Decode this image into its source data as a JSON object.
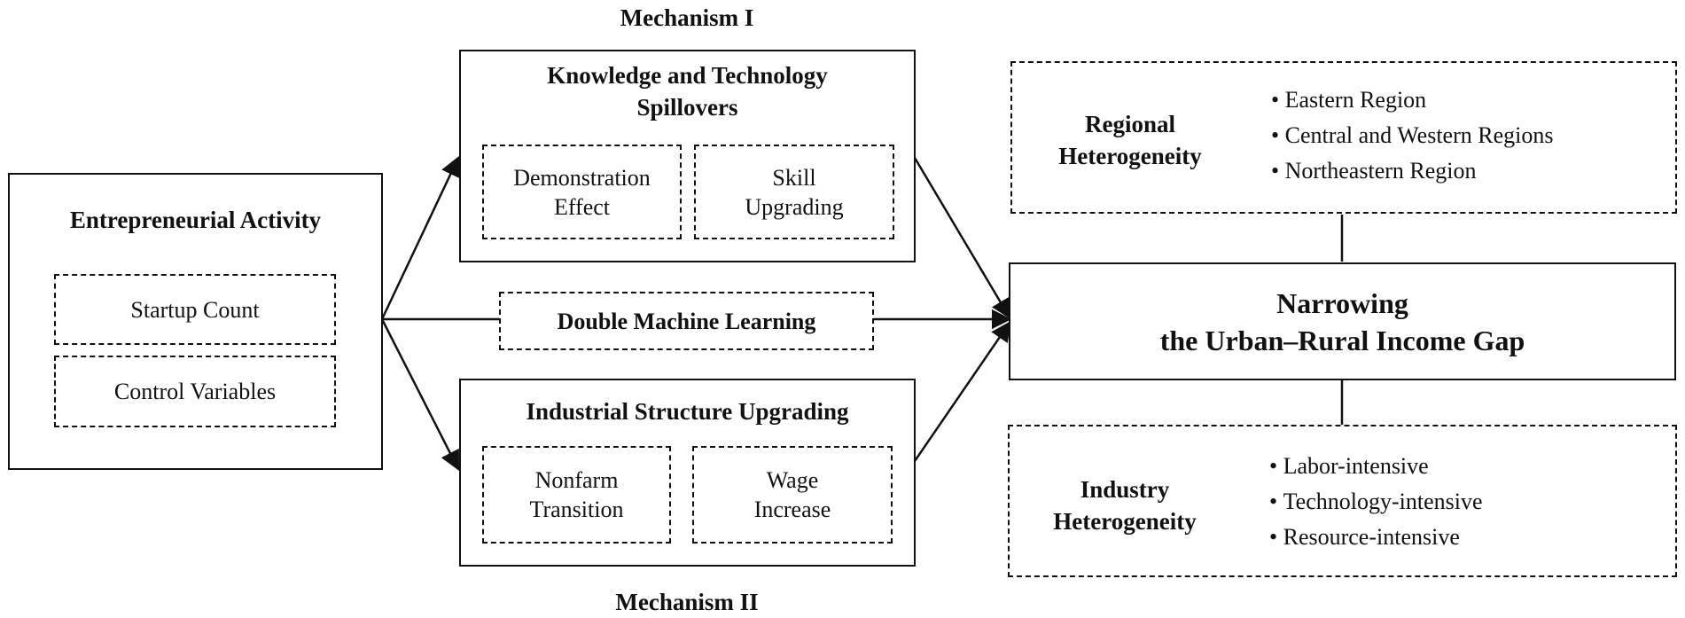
{
  "mechanism1": "Mechanism I",
  "mechanism2": "Mechanism II",
  "entrepreneurial": {
    "title": "Entrepreneurial Activity",
    "items": [
      "Startup Count",
      "Control Variables"
    ]
  },
  "knowledge": {
    "title_line1": "Knowledge and Technology",
    "title_line2": "Spillovers",
    "sub1_line1": "Demonstration",
    "sub1_line2": "Effect",
    "sub2_line1": "Skill",
    "sub2_line2": "Upgrading"
  },
  "dml": "Double Machine Learning",
  "industrial": {
    "title": "Industrial Structure Upgrading",
    "sub1_line1": "Nonfarm",
    "sub1_line2": "Transition",
    "sub2_line1": "Wage",
    "sub2_line2": "Increase"
  },
  "outcome": {
    "line1": "Narrowing",
    "line2": "the Urban–Rural Income Gap"
  },
  "regional": {
    "label_line1": "Regional",
    "label_line2": "Heterogeneity",
    "items": [
      "Eastern Region",
      "Central and Western Regions",
      "Northeastern Region"
    ]
  },
  "industry": {
    "label_line1": "Industry",
    "label_line2": "Heterogeneity",
    "items": [
      "Labor-intensive",
      "Technology-intensive",
      "Resource-intensive"
    ]
  }
}
